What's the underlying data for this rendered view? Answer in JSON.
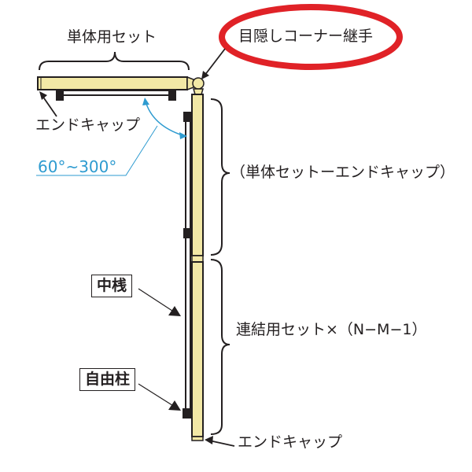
{
  "diagram": {
    "title": "目隠しコーナー継手",
    "labels": {
      "single_set": "単体用セット",
      "corner_joint": "目隠しコーナー継手",
      "end_cap_top": "エンドキャップ",
      "angle_range": "60°~300°",
      "upper_section": "（単体セットーエンドキャップ）",
      "middle_rail": "中桟",
      "lower_section": "連結用セット×（N−M−1）",
      "free_post": "自由柱",
      "end_cap_bottom": "エンドキャップ"
    },
    "colors": {
      "panel_fill": "#f2e8a6",
      "outline": "#231f20",
      "highlight_ellipse": "#e02227",
      "angle_arrow": "#2e9bd0"
    }
  }
}
